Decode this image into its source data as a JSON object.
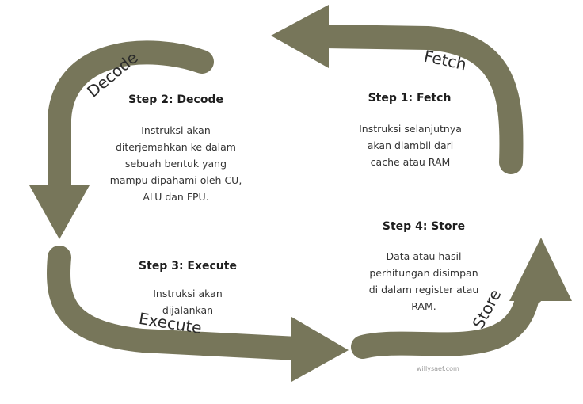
{
  "colors": {
    "arrow": "#77765a"
  },
  "steps": [
    {
      "title": "Step 1: Fetch",
      "body": [
        "Instruksi selanjutnya",
        "akan diambil dari",
        "cache atau RAM"
      ],
      "label": "Fetch"
    },
    {
      "title": "Step 2: Decode",
      "body": [
        "Instruksi akan",
        "diterjemahkan ke dalam",
        "sebuah bentuk yang",
        "mampu dipahami oleh CU,",
        "ALU dan FPU."
      ],
      "label": "Decode"
    },
    {
      "title": "Step 3: Execute",
      "body": [
        "Instruksi akan",
        "dijalankan"
      ],
      "label": "Execute"
    },
    {
      "title": "Step 4: Store",
      "body": [
        "Data atau hasil",
        "perhitungan disimpan",
        "di dalam register atau",
        "RAM."
      ],
      "label": "Store"
    }
  ],
  "watermark": "willysaef.com"
}
